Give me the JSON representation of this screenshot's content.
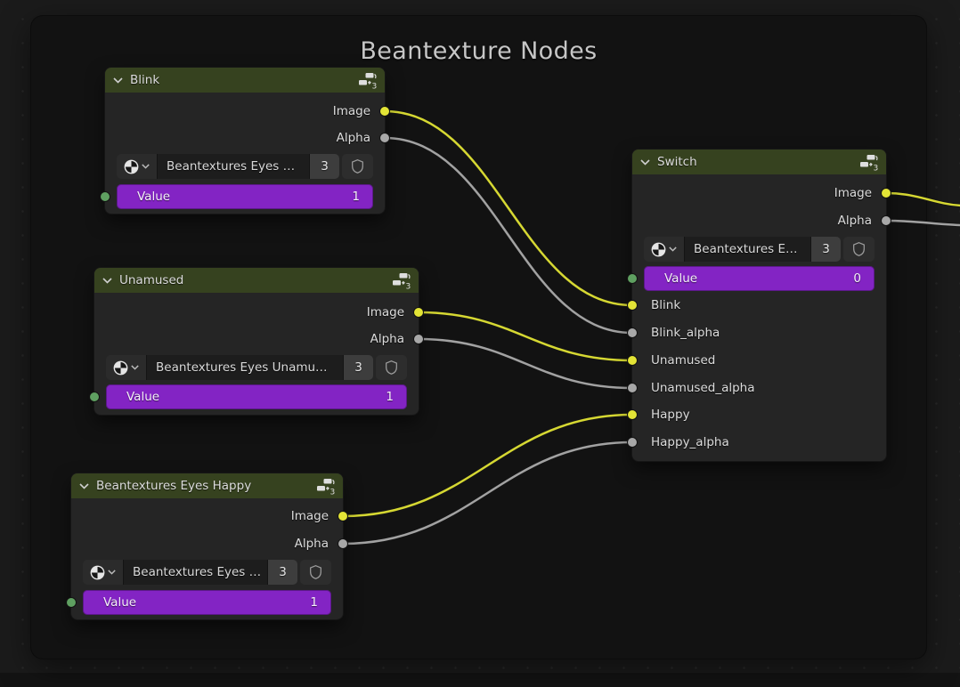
{
  "title": "Beantexture Nodes",
  "colors": {
    "node_header_green": "#36421f",
    "slider_purple": "#8324c4",
    "socket_image_yellow": "#e3e436",
    "socket_alpha_gray": "#a8a8a8",
    "socket_value_green": "#5fa061",
    "wire_yellow": "#d6d832",
    "wire_gray": "#a2a2a2"
  },
  "nodes": [
    {
      "title": "Blink",
      "header_badge": "3",
      "outputs": [
        {
          "label": "Image"
        },
        {
          "label": "Alpha"
        }
      ],
      "datablock": {
        "name": "Beantextures Eyes …",
        "users": "3"
      },
      "value_row": {
        "label": "Value",
        "value": "1"
      }
    },
    {
      "title": "Unamused",
      "header_badge": "3",
      "outputs": [
        {
          "label": "Image"
        },
        {
          "label": "Alpha"
        }
      ],
      "datablock": {
        "name": "Beantextures Eyes Unamu…",
        "users": "3"
      },
      "value_row": {
        "label": "Value",
        "value": "1"
      }
    },
    {
      "title": "Beantextures Eyes Happy",
      "header_badge": "3",
      "outputs": [
        {
          "label": "Image"
        },
        {
          "label": "Alpha"
        }
      ],
      "datablock": {
        "name": "Beantextures Eyes …",
        "users": "3"
      },
      "value_row": {
        "label": "Value",
        "value": "1"
      }
    },
    {
      "title": "Switch",
      "header_badge": "3",
      "outputs": [
        {
          "label": "Image"
        },
        {
          "label": "Alpha"
        }
      ],
      "datablock": {
        "name": "Beantextures E…",
        "users": "3"
      },
      "value_row": {
        "label": "Value",
        "value": "0"
      },
      "inputs": [
        {
          "label": "Blink"
        },
        {
          "label": "Blink_alpha"
        },
        {
          "label": "Unamused"
        },
        {
          "label": "Unamused_alpha"
        },
        {
          "label": "Happy"
        },
        {
          "label": "Happy_alpha"
        }
      ]
    }
  ]
}
